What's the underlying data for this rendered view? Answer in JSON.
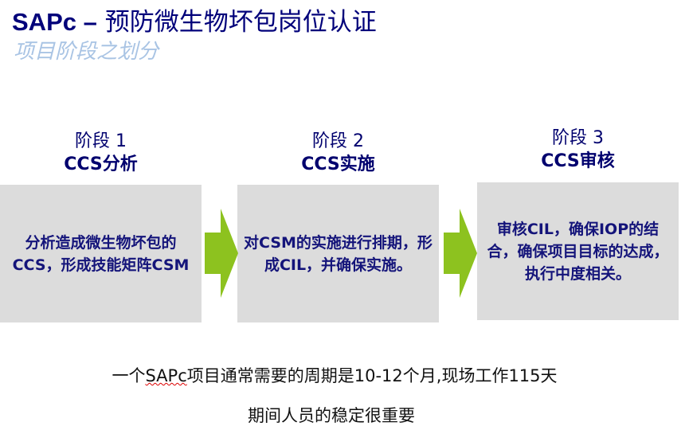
{
  "header": {
    "title_latin": "SAPc –",
    "title_cn": "预防微生物坏包岗位认证",
    "subtitle": "项目阶段之划分"
  },
  "stages": [
    {
      "num": "阶段 1",
      "name": "CCS分析",
      "body": "分析造成微生物坏包的CCS，形成技能矩阵CSM"
    },
    {
      "num": "阶段 2",
      "name": "CCS实施",
      "body": "对CSM的实施进行排期，形成CIL，并确保实施。"
    },
    {
      "num": "阶段 3",
      "name": "CCS审核",
      "body": "审核CIL，确保IOP的结合，确保项目目标的达成，执行中度相关。"
    }
  ],
  "notes": {
    "line1_pre": "一个",
    "line1_word": "SAPc",
    "line1_post": "项目通常需要的周期是10-12个月,现场工作115天",
    "line2": "期间人员的稳定很重要"
  },
  "colors": {
    "title": "#00007a",
    "subtitle": "#a9c4e4",
    "box": "#dcdcdc",
    "arrow": "#8dc21f"
  }
}
